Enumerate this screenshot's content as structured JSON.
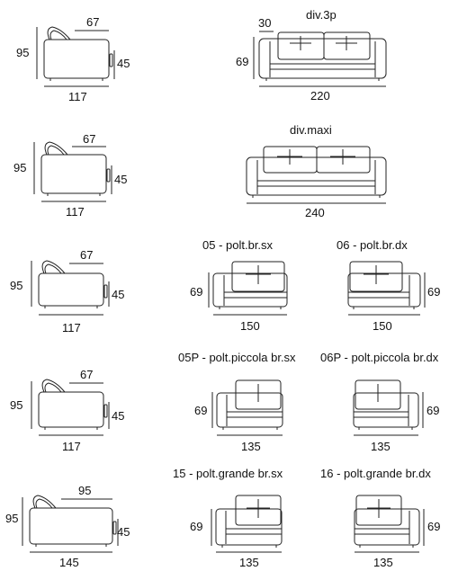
{
  "side_views": [
    {
      "depth": "117",
      "seat_depth": "67",
      "height": "95",
      "seat_height": "45"
    },
    {
      "depth": "117",
      "seat_depth": "67",
      "height": "95",
      "seat_height": "45"
    },
    {
      "depth": "117",
      "seat_depth": "67",
      "height": "95",
      "seat_height": "45"
    },
    {
      "depth": "117",
      "seat_depth": "67",
      "height": "95",
      "seat_height": "45"
    },
    {
      "depth": "145",
      "seat_depth": "95",
      "height": "95",
      "seat_height": "45"
    }
  ],
  "modules": {
    "div3p": {
      "name": "div.3p",
      "width": "220",
      "height": "69",
      "arm": "30"
    },
    "divmaxi": {
      "name": "div.maxi",
      "width": "240"
    },
    "m05": {
      "name": "05 - polt.br.sx",
      "width": "150",
      "height": "69"
    },
    "m06": {
      "name": "06 - polt.br.dx",
      "width": "150",
      "height": "69"
    },
    "m05p": {
      "name": "05P - polt.piccola br.sx",
      "width": "135",
      "height": "69"
    },
    "m06p": {
      "name": "06P - polt.piccola br.dx",
      "width": "135",
      "height": "69"
    },
    "m15": {
      "name": "15 - polt.grande br.sx",
      "width": "135",
      "height": "69"
    },
    "m16": {
      "name": "16 - polt.grande br.dx",
      "width": "135",
      "height": "69"
    }
  }
}
